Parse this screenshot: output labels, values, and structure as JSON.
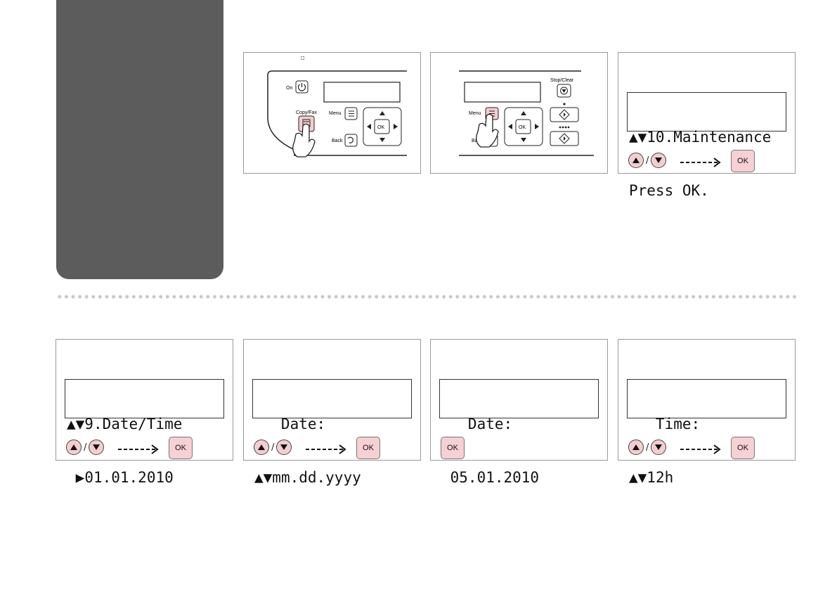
{
  "panels": {
    "p1": {
      "labels": {
        "on": "On",
        "copyfax": "Copy/Fax",
        "menu": "Menu",
        "back": "Back",
        "ok": "OK"
      }
    },
    "p2": {
      "labels": {
        "stopclear": "Stop/Clear",
        "menu": "Menu",
        "back": "Ba",
        "ok": "OK"
      }
    },
    "p3": {
      "lcd_line1": "▲▼10.Maintenance",
      "lcd_line2": "Press OK.",
      "ok": "OK",
      "slash": "/"
    },
    "p4": {
      "lcd_line1": "9.Date/Time",
      "lcd_line2": "01.01.2010",
      "ok": "OK",
      "slash": "/"
    },
    "p5": {
      "lcd_line1": "   Date:",
      "lcd_line2": "mm.dd.yyyy",
      "ok": "OK",
      "slash": "/"
    },
    "p6": {
      "lcd_line1": "   Date:",
      "lcd_line2": " 05.01.2010",
      "ok": "OK"
    },
    "p7": {
      "lcd_line1": "   Time:",
      "lcd_line2": "12h",
      "ok": "OK",
      "slash": "/"
    }
  },
  "colors": {
    "side_tab": "#5c5c5c",
    "button_fill": "#f4cdd0",
    "divider_dot": "#c9c9c9"
  }
}
